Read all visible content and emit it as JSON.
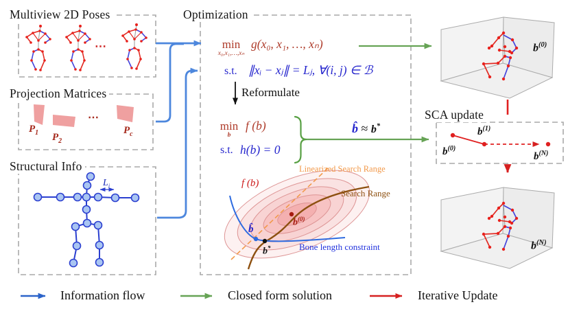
{
  "figure": {
    "multiview": {
      "title": "Multiview 2D Poses",
      "ellipsis": "⋯"
    },
    "projection": {
      "title": "Projection Matrices",
      "ellipsis": "⋯",
      "p1": {
        "base": "P",
        "sub": "1"
      },
      "p2": {
        "base": "P",
        "sub": "2"
      },
      "pc": {
        "base": "P",
        "sub": "c"
      }
    },
    "structural": {
      "title": "Structural Info",
      "bone": {
        "base": "L",
        "sub": "i"
      }
    },
    "optimization": {
      "title": "Optimization",
      "p1_min": "min",
      "p1_min_sub": "x₀,x₁,…,xₙ",
      "p1_obj": "g(x₀, x₁, …, xₙ)",
      "p1_st": "s.t.",
      "p1_con": "∥xᵢ − xⱼ∥ = Lⱼ, ∀(i, j) ∈ ℬ",
      "reformulate": "Reformulate",
      "p2_min": "min",
      "p2_min_sub": "b",
      "p2_obj": "f (b)",
      "p2_st": "s.t.",
      "p2_con": "h(b) = 0",
      "approx": {
        "bhat": "b̂",
        "mid": "≈",
        "b": "b",
        "sup": "*"
      }
    },
    "contour": {
      "f_label": "f (b)",
      "linearized": "Linearized Search Range",
      "search": "Search Range",
      "bone": "Bone length constraint",
      "b0": {
        "base": "b",
        "sup": "(0)"
      },
      "bhat": "b̂",
      "bstar": {
        "base": "b",
        "sup": "*"
      }
    },
    "sca": {
      "title": "SCA update",
      "b0": {
        "base": "b",
        "sup": "(0)"
      },
      "b1": {
        "base": "b",
        "sup": "(1)"
      },
      "bn": {
        "base": "b",
        "sup": "(N)"
      }
    },
    "cube_top": {
      "label": {
        "base": "b",
        "sup": "(0)"
      }
    },
    "cube_bottom": {
      "label": {
        "base": "b",
        "sup": "(N)"
      }
    },
    "legend": {
      "info": "Information flow",
      "closed": "Closed form solution",
      "iter": "Iterative Update"
    },
    "colors": {
      "info_flow_arrow": "#4d87dd",
      "legend_info": "#2b63c9",
      "closed_form": "#66a355",
      "iterative": "#d62020",
      "objective_red": "#ae3b2a",
      "constraint_blue": "#2525cd",
      "skeleton_blue": "#2b3fd0",
      "camera_pink": "#efa0a0",
      "linearized_orange": "#f2994a",
      "search_brown": "#8d5010",
      "contour_pink": "#e09090"
    }
  }
}
